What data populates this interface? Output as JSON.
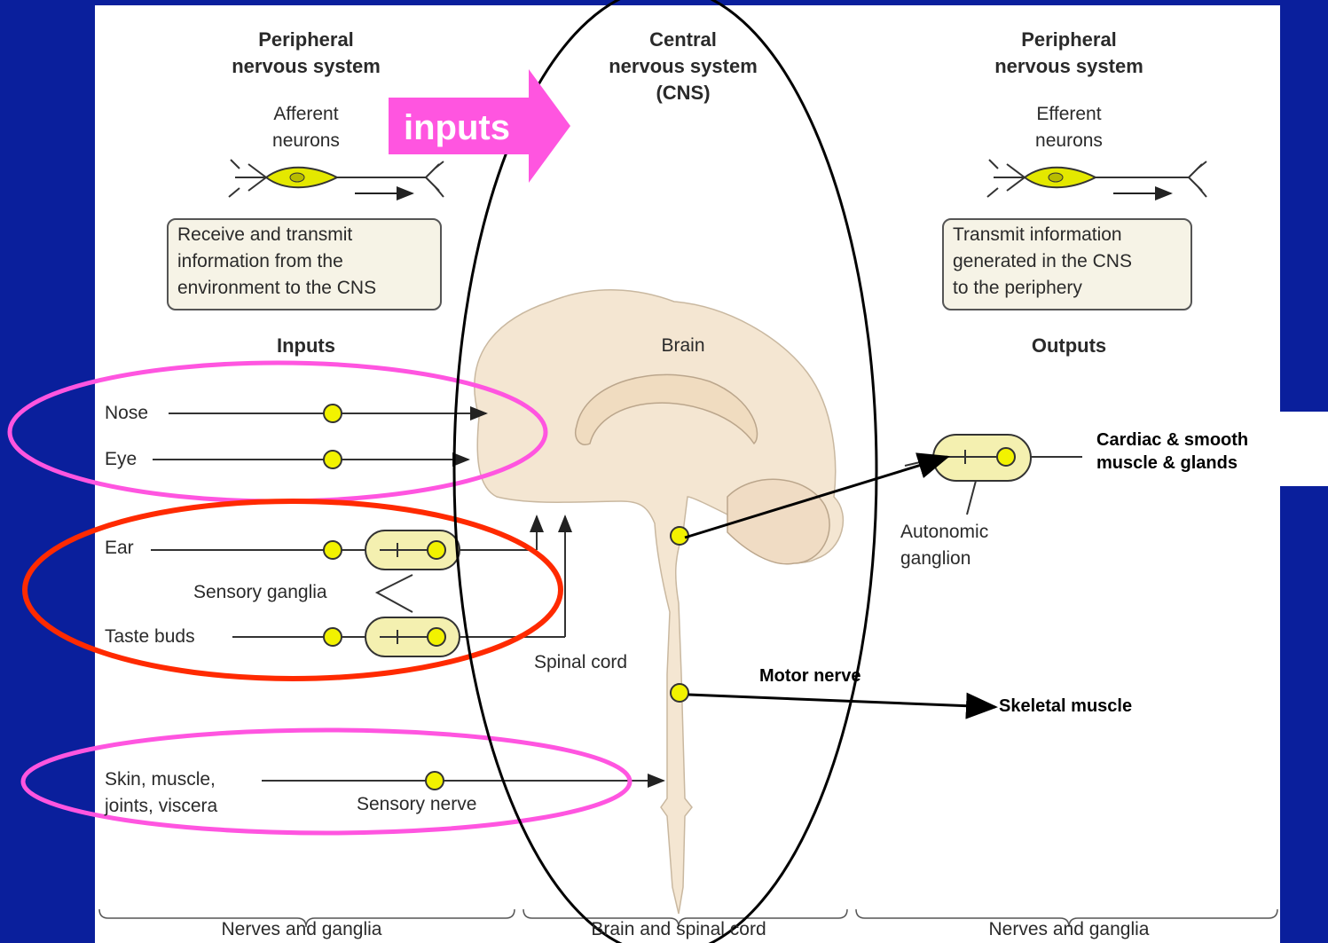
{
  "left_header": "Peripheral\nnervous system",
  "center_header": "Central\nnervous system\n(CNS)",
  "right_header": "Peripheral\nnervous system",
  "afferent_label": "Afferent\nneurons",
  "efferent_label": "Efferent\nneurons",
  "left_box": "Receive and transmit\ninformation from the\nenvironment to the CNS",
  "right_box": "Transmit information\ngenerated in the CNS\nto the periphery",
  "inputs_heading": "Inputs",
  "brain_heading": "Brain",
  "outputs_heading": "Outputs",
  "inputs_arrow": "inputs",
  "input_rows": [
    "Nose",
    "Eye",
    "Ear",
    "Taste buds"
  ],
  "skin_label": "Skin, muscle,\njoints, viscera",
  "sensory_ganglia": "Sensory ganglia",
  "sensory_nerve": "Sensory nerve",
  "spinal_cord": "Spinal cord",
  "autonomic_ganglion": "Autonomic\nganglion",
  "motor_nerve": "Motor nerve",
  "skeletal_muscle": "Skeletal muscle",
  "cardiac": "Cardiac & smooth\nmuscle & glands",
  "bottom_left": "Nerves and ganglia",
  "bottom_center": "Brain and spinal cord",
  "bottom_right": "Nerves and ganglia",
  "colors": {
    "background": "#0a1f9c",
    "panel": "#ffffff",
    "brain": "#f5e6d0",
    "dot": "#f2f200",
    "ganglion": "#f4f0b0",
    "magenta": "#ff55e0",
    "red": "#ff2a00"
  }
}
